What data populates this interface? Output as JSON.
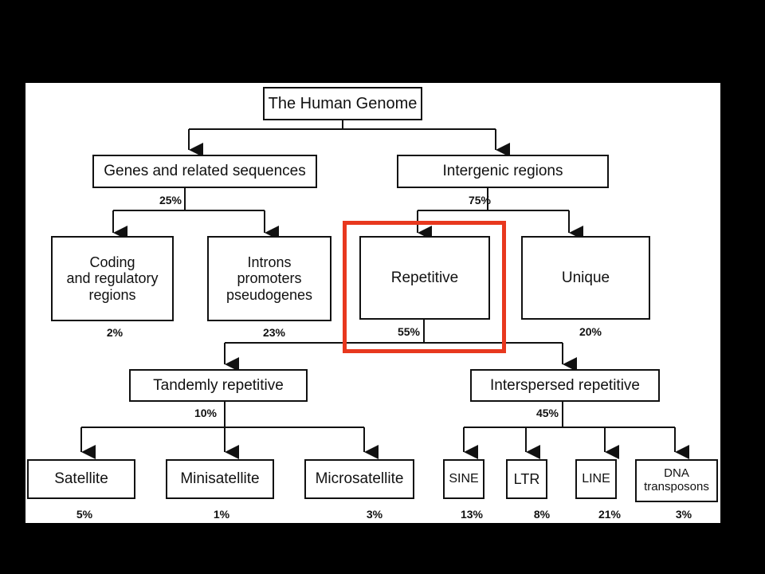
{
  "diagram": {
    "root": "The Human Genome",
    "genes": {
      "label": "Genes and related sequences",
      "percent": "25%"
    },
    "intergenic": {
      "label": "Intergenic regions",
      "percent": "75%"
    },
    "coding": {
      "line1": "Coding",
      "line2": "and regulatory",
      "line3": "regions",
      "percent": "2%"
    },
    "introns": {
      "line1": "Introns",
      "line2": "promoters",
      "line3": "pseudogenes",
      "percent": "23%"
    },
    "repetitive": {
      "label": "Repetitive",
      "percent": "55%"
    },
    "unique": {
      "label": "Unique",
      "percent": "20%"
    },
    "tandem": {
      "label": "Tandemly repetitive",
      "percent": "10%"
    },
    "interspersed": {
      "label": "Interspersed repetitive",
      "percent": "45%"
    },
    "satellite": {
      "label": "Satellite",
      "percent": "5%"
    },
    "minisatellite": {
      "label": "Minisatellite",
      "percent": "1%"
    },
    "microsatellite": {
      "label": "Microsatellite",
      "percent": "3%"
    },
    "sine": {
      "label": "SINE",
      "percent": "13%"
    },
    "ltr": {
      "label": "LTR",
      "percent": "8%"
    },
    "line": {
      "label": "LINE",
      "percent": "21%"
    },
    "dna": {
      "line1": "DNA",
      "line2": "transposons",
      "percent": "3%"
    }
  },
  "colors": {
    "highlight": "#e8381e",
    "line": "#111111",
    "background": "#000000",
    "panel": "#ffffff"
  }
}
